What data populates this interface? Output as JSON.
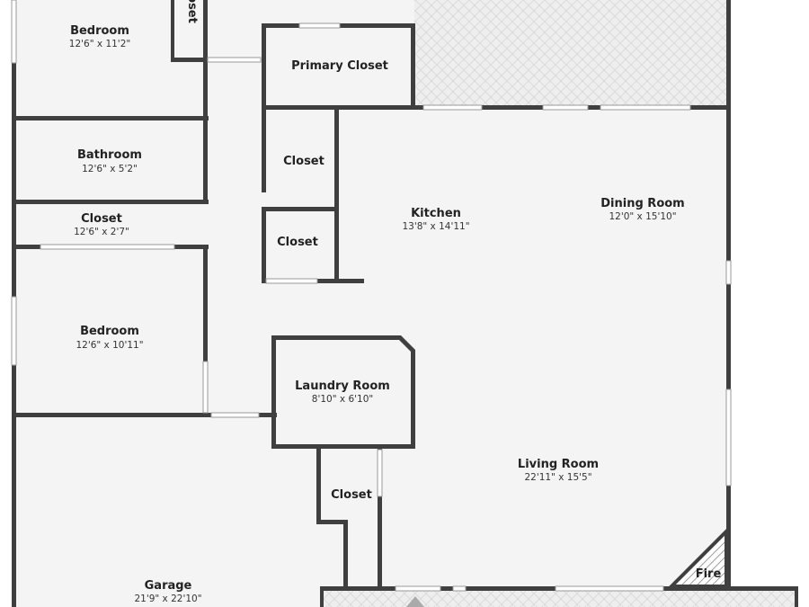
{
  "plan": {
    "rooms": {
      "bedroom_top": {
        "name": "Bedroom",
        "dims": "12'6\" x 11'2\""
      },
      "closet_top": {
        "name": "oset"
      },
      "primary_closet": {
        "name": "Primary Closet"
      },
      "bathroom": {
        "name": "Bathroom",
        "dims": "12'6\" x 5'2\""
      },
      "closet_left": {
        "name": "Closet",
        "dims": "12'6\" x 2'7\""
      },
      "closet_mid1": {
        "name": "Closet"
      },
      "closet_mid2": {
        "name": "Closet"
      },
      "kitchen": {
        "name": "Kitchen",
        "dims": "13'8\" x 14'11\""
      },
      "dining_room": {
        "name": "Dining Room",
        "dims": "12'0\" x 15'10\""
      },
      "bedroom_bottom": {
        "name": "Bedroom",
        "dims": "12'6\" x 10'11\""
      },
      "laundry_room": {
        "name": "Laundry Room",
        "dims": "8'10\" x 6'10\""
      },
      "closet_lower": {
        "name": "Closet"
      },
      "living_room": {
        "name": "Living Room",
        "dims": "22'11\" x 15'5\""
      },
      "garage": {
        "name": "Garage",
        "dims": "21'9\" x 22'10\""
      },
      "fire": {
        "name": "Fire"
      }
    },
    "colors": {
      "wall": "#3f3f3f",
      "floor": "#f4f4f4",
      "patio": "#ececec"
    }
  }
}
